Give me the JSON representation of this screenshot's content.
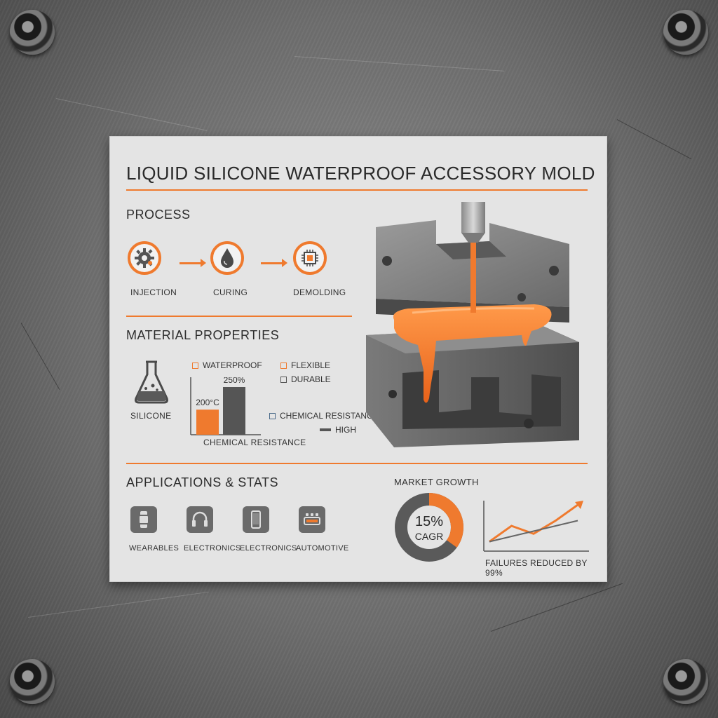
{
  "title": "LIQUID SILICONE WATERPROOF ACCESSORY MOLD",
  "process": {
    "heading": "PROCESS",
    "steps": [
      {
        "label": "INJECTION",
        "icon": "gear-icon"
      },
      {
        "label": "CURING",
        "icon": "droplet-icon"
      },
      {
        "label": "DEMOLDING",
        "icon": "chip-icon"
      }
    ]
  },
  "material": {
    "heading": "MATERIAL PROPERTIES",
    "flask_label": "SILICONE",
    "properties": [
      {
        "label": "WATERPROOF",
        "color": "#ef7a2e"
      },
      {
        "label": "FLEXIBLE",
        "color": "#ef7a2e"
      },
      {
        "label": "DURABLE",
        "color": "#555555"
      },
      {
        "label": "CHEMICAL RESISTANCE",
        "color": "#4a6a8a"
      }
    ],
    "legend_high": "HIGH",
    "chart_caption": "CHEMICAL RESISTANCE",
    "bar_labels": [
      "200°C",
      "250%"
    ]
  },
  "applications": {
    "heading": "APPLICATIONS & STATS",
    "items": [
      {
        "label": "WEARABLES",
        "icon": "watch-icon"
      },
      {
        "label": "ELECTRONICS",
        "icon": "headphones-icon"
      },
      {
        "label": "ELECTRONICS",
        "icon": "phone-icon"
      },
      {
        "label": "AUTOMOTIVE",
        "icon": "car-icon"
      }
    ]
  },
  "market": {
    "heading": "MARKET GROWTH",
    "value": "15%",
    "unit": "CAGR",
    "donut_fraction": 0.35
  },
  "failures_label": "FAILURES REDUCED BY 99%",
  "colors": {
    "accent": "#ef7a2e",
    "dark": "#555555",
    "panel": "#e4e4e4"
  },
  "chart_data": [
    {
      "type": "bar",
      "categories": [
        "",
        ""
      ],
      "values": [
        1.0,
        1.9
      ],
      "data_labels": [
        "200°C",
        "250%"
      ],
      "title": "",
      "xlabel": "CHEMICAL RESISTANCE",
      "ylabel": ""
    },
    {
      "type": "line",
      "x": [
        1,
        2,
        3,
        4,
        5
      ],
      "series": [
        {
          "values": [
            1,
            4,
            2.5,
            5,
            8
          ]
        },
        {
          "values": [
            1,
            2,
            3,
            4,
            5
          ]
        }
      ],
      "xlabel": "FAILURES REDUCED BY 99%"
    }
  ]
}
